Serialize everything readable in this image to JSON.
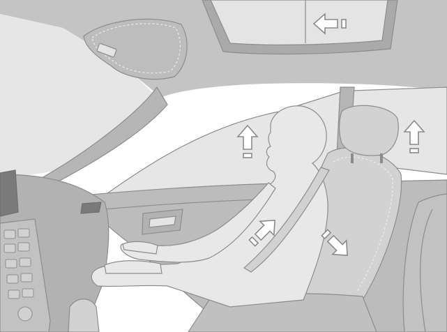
{
  "colors": {
    "background": "#ffffff",
    "roof": "#c4c4c4",
    "roof_panel": "#bdbdbd",
    "sunroof_glass": "#e4e4e4",
    "sunroof_frame": "#aaaaaa",
    "window_glass": "#e6e6e6",
    "car_body": "#c2c2c2",
    "pillar": "#b6b6b6",
    "door_panel": "#bcbcbc",
    "dashboard": "#b2b2b2",
    "screen": "#7a7a7a",
    "seat": "#d2d2d2",
    "seat_shadow": "#c0c0c0",
    "occupant": "#e8e8e8",
    "outline": "#8c8c8c",
    "dark_outline": "#6e6e6e",
    "stitch": "#eeeeee",
    "arrow_fill": "#ffffff",
    "arrow_stroke": "#8a8a8a"
  },
  "indicators": [
    {
      "name": "sunroof-arrow",
      "direction": "left"
    },
    {
      "name": "front-window-arrow",
      "direction": "up"
    },
    {
      "name": "rear-window-arrow",
      "direction": "up"
    },
    {
      "name": "seat-belt-arrow",
      "direction": "up-right"
    },
    {
      "name": "seat-back-arrow",
      "direction": "down-right"
    }
  ]
}
